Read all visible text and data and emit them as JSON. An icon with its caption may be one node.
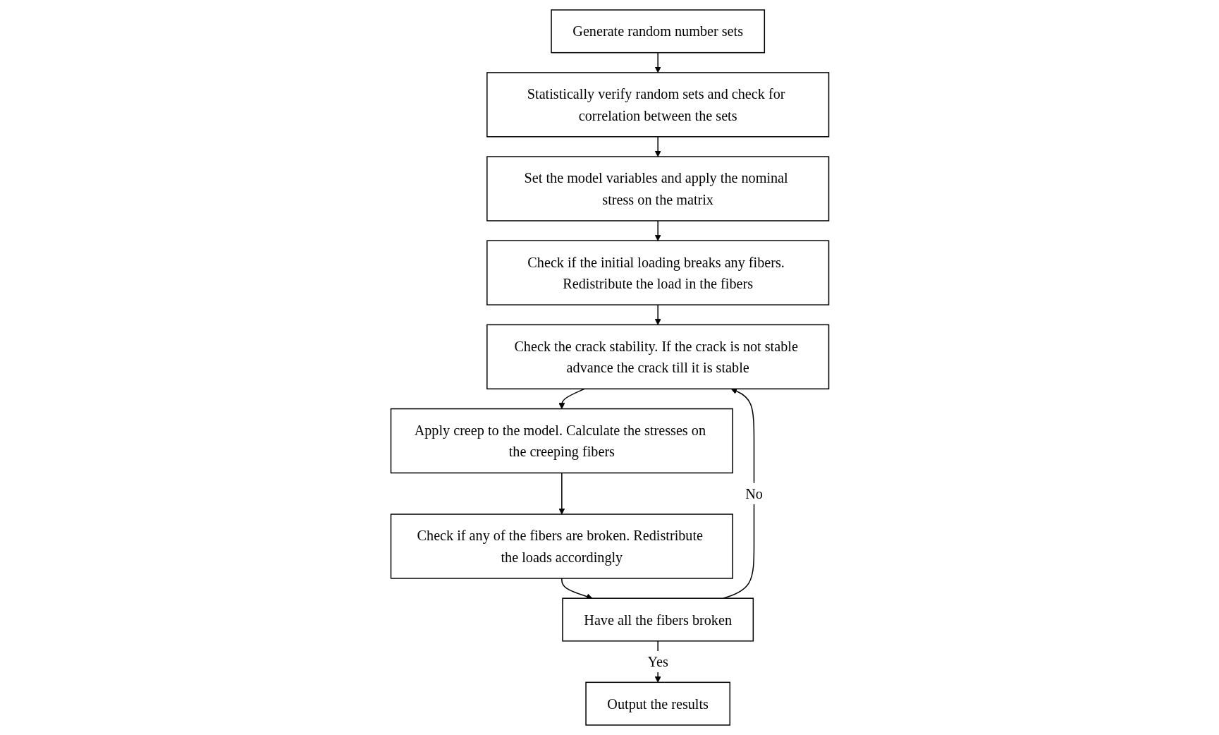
{
  "diagram": {
    "nodes": [
      {
        "text": [
          "Generate random number sets"
        ]
      },
      {
        "text": [
          "Statistically verify random sets and check for correlation between the sets"
        ]
      },
      {
        "text": [
          "Set the model variables and apply the nominal stress on the matrix"
        ]
      },
      {
        "text": [
          "Check if the initial loading breaks any fibers. Redistribute the load in the fibers"
        ]
      },
      {
        "text": [
          "Check the crack stability. If the crack is not stable advance the crack till it is stable"
        ]
      },
      {
        "text": [
          "Apply creep to the model. Calculate the stresses on the creeping fibers"
        ]
      },
      {
        "text": [
          "Check if any of the fibers are broken. Redistribute the loads accordingly"
        ]
      },
      {
        "text": [
          "Have all the fibers broken"
        ]
      },
      {
        "text": [
          "Output the results"
        ]
      }
    ],
    "edges": [
      {
        "from": 0,
        "to": 1,
        "arrow": "to"
      },
      {
        "from": 1,
        "to": 2,
        "arrow": "to"
      },
      {
        "from": 2,
        "to": 3,
        "arrow": "to"
      },
      {
        "from": 3,
        "to": 4,
        "arrow": "to"
      },
      {
        "from": 4,
        "to": 5,
        "arrow": "to"
      },
      {
        "from": 5,
        "to": 6,
        "arrow": "to"
      },
      {
        "from": 6,
        "to": 7,
        "arrow": "to"
      },
      {
        "from": 7,
        "to": 4,
        "arrow": "to",
        "label": "No"
      },
      {
        "from": 7,
        "to": 8,
        "arrow": "to",
        "label": "Yes"
      }
    ]
  }
}
